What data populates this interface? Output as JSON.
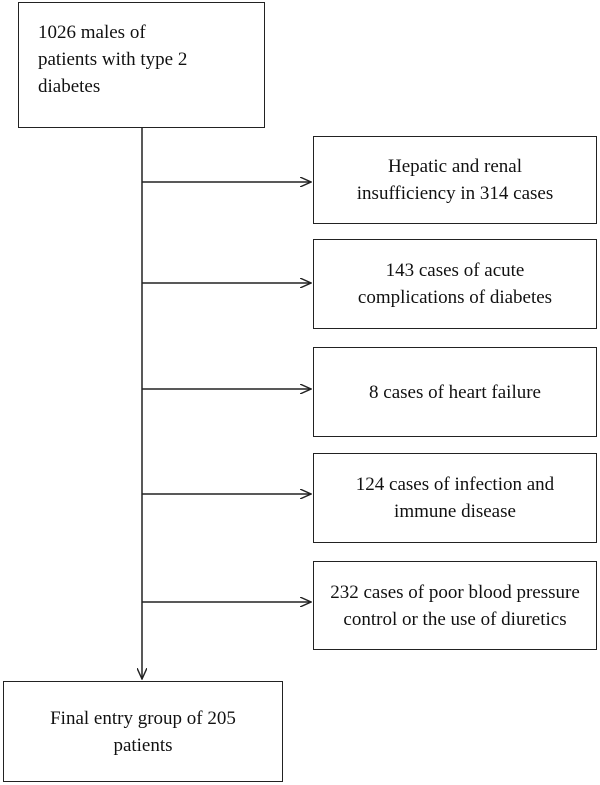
{
  "flowchart": {
    "start": {
      "text": "1026 males of\npatients with type 2\ndiabetes"
    },
    "exclusions": [
      {
        "text": "Hepatic and renal\ninsufficiency in 314 cases"
      },
      {
        "text": "143 cases of acute\ncomplications of diabetes"
      },
      {
        "text": "8 cases of heart failure"
      },
      {
        "text": "124 cases of infection and\nimmune disease"
      },
      {
        "text": "232 cases of poor blood pressure\ncontrol or the use of diuretics"
      }
    ],
    "final": {
      "text": "Final entry group of 205\npatients"
    }
  },
  "colors": {
    "line": "#222222",
    "box_border": "#222222",
    "text": "#111111",
    "background": "#ffffff"
  }
}
